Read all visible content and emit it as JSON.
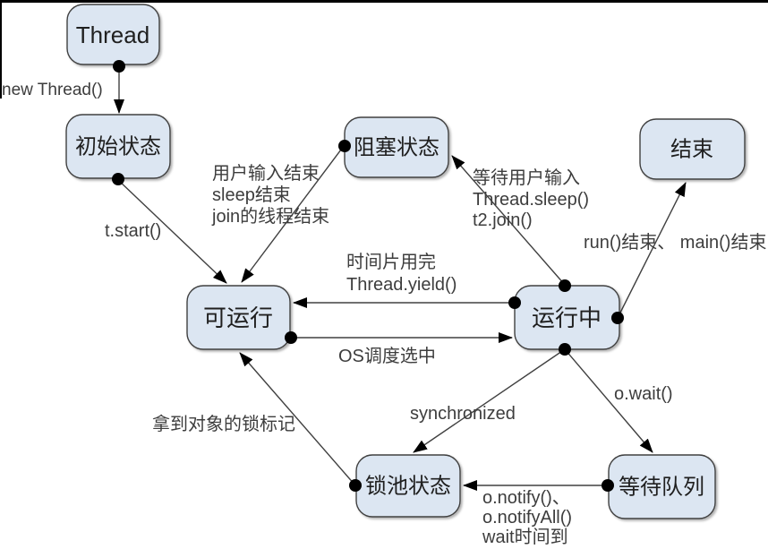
{
  "colors": {
    "node_fill": "#dce6f2",
    "node_border": "#404040",
    "edge_line": "#404040",
    "arrow_fill": "#000000",
    "node_text": "#1f1f1f",
    "label_text": "#3d3d3d",
    "background": "#ffffff"
  },
  "nodes": {
    "thread": "Thread",
    "initial_state": "初始状态",
    "blocked_state": "阻塞状态",
    "terminated": "结束",
    "runnable": "可运行",
    "running": "运行中",
    "lock_pool": "锁池状态",
    "wait_queue": "等待队列"
  },
  "edge_labels": {
    "new_thread": "new Thread()",
    "t_start": "t.start()",
    "blocked_to_runnable": {
      "line1": "用户输入结束",
      "line2": "sleep结束",
      "line3": "join的线程结束"
    },
    "running_to_blocked": {
      "line1": "等待用户输入",
      "line2": "Thread.sleep()",
      "line3": "t2.join()"
    },
    "running_to_terminated": "run()结束、 main()结束",
    "running_to_runnable": {
      "line1": "时间片用完",
      "line2": "Thread.yield()"
    },
    "runnable_to_running": "OS调度选中",
    "running_to_lock_pool": "synchronized",
    "running_to_wait_queue": "o.wait()",
    "lock_pool_to_runnable": "拿到对象的锁标记",
    "wait_queue_to_lock_pool": {
      "line1": "o.notify()、",
      "line2": "o.notifyAll()",
      "line3": "wait时间到"
    }
  }
}
